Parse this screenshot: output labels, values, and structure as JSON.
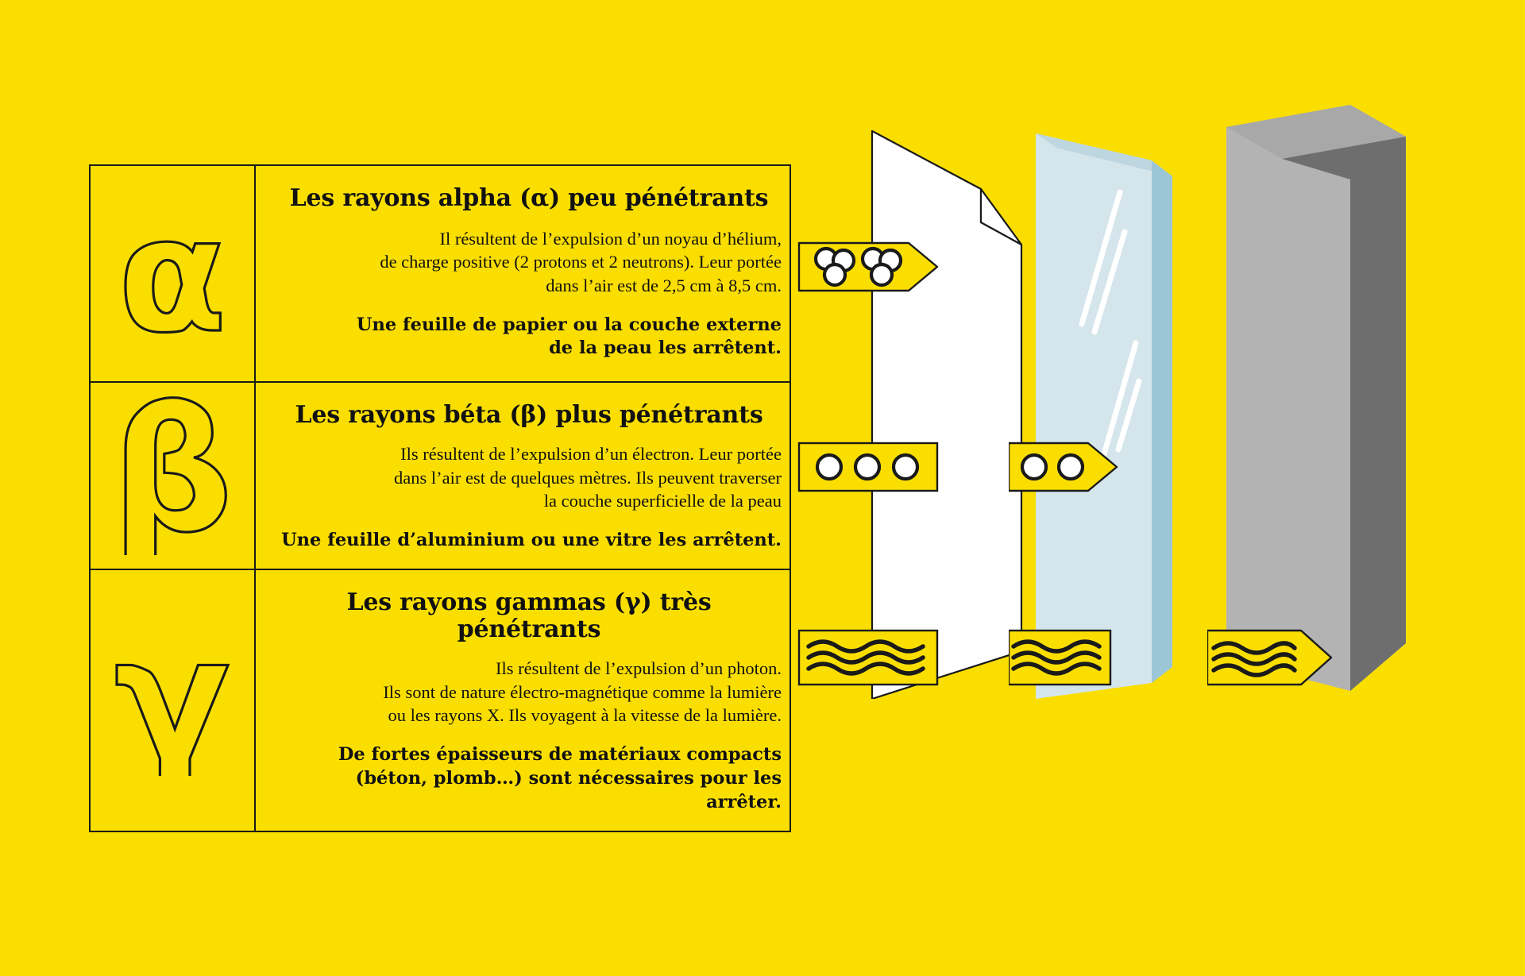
{
  "colors": {
    "background": "#FADE00",
    "ink": "#111111",
    "paper": "#FFFFFF",
    "glass_face": "#D5E5EC",
    "glass_edge": "#9CC6D6",
    "glass_top": "#BDD6E0",
    "concrete_face": "#B3B3B3",
    "concrete_top": "#A8A8A8",
    "concrete_side": "#6E6E6E"
  },
  "sections": [
    {
      "id": "alpha",
      "glyph": "α",
      "glyph_name": "alpha",
      "title": "Les rayons alpha (α) peu pénétrants",
      "body": [
        "Il résultent de l’expulsion d’un noyau d’hélium,",
        "de charge positive (2 protons et 2 neutrons). Leur portée",
        "dans l’air est de 2,5 cm à 8,5 cm."
      ],
      "stopped_by": [
        "Une feuille de papier ou la couche externe",
        "de la peau les arrêtent."
      ],
      "ray_icon": "alpha-particle-cluster",
      "ray_count": 2,
      "penetration": "stopped-by-paper"
    },
    {
      "id": "beta",
      "glyph": "β",
      "glyph_name": "beta",
      "title": "Les rayons béta (β) plus pénétrants",
      "body": [
        "Ils résultent de l’expulsion d’un électron. Leur portée",
        "dans l’air est de quelques mètres. Ils peuvent traverser",
        "la couche superficielle de la peau"
      ],
      "stopped_by": [
        "Une feuille d’aluminium ou une vitre les arrêtent."
      ],
      "ray_icon": "electron-dots",
      "ray_count": 3,
      "penetration": "stopped-by-glass"
    },
    {
      "id": "gamma",
      "glyph": "γ",
      "glyph_name": "gamma",
      "title": "Les rayons gammas (γ) très pénétrants",
      "body": [
        "Ils résultent de l’expulsion d’un photon.",
        "Ils sont de nature électro-magnétique comme la lumière",
        "ou les rayons X. Ils voyagent à la vitesse de la lumière."
      ],
      "stopped_by": [
        "De fortes épaisseurs de matériaux compacts",
        "(béton, plomb…) sont nécessaires pour les arrêter."
      ],
      "ray_icon": "wave-lines",
      "ray_count": 3,
      "penetration": "stopped-by-concrete"
    }
  ],
  "barriers": [
    {
      "id": "paper",
      "label": "feuille de papier",
      "icon": "paper-sheet-icon"
    },
    {
      "id": "glass",
      "label": "vitre",
      "icon": "glass-pane-icon"
    },
    {
      "id": "concrete",
      "label": "béton",
      "icon": "concrete-block-icon"
    }
  ]
}
